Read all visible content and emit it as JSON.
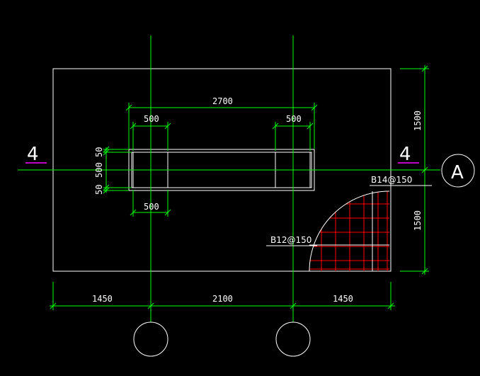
{
  "drawing": {
    "colors": {
      "background": "#000000",
      "outline": "#ffffff",
      "dimension": "#00ff00",
      "rebar": "#ff0000",
      "section_mark": "#ff00ff"
    },
    "dimensions": {
      "top_overall": "2700",
      "top_left_col": "500",
      "top_right_col": "500",
      "bottom_left_col": "500",
      "left_top_gap": "50",
      "left_mid": "500",
      "left_bottom_gap": "50",
      "right_upper": "1500",
      "right_lower": "1500",
      "bottom_left": "1450",
      "bottom_mid": "2100",
      "bottom_right": "1450"
    },
    "section_marks": {
      "left": "4",
      "right": "4"
    },
    "axis_label": "A",
    "rebar_labels": {
      "upper": "B14@150",
      "lower": "B12@150"
    },
    "icons": [
      "column-axis-bubble-icon",
      "column-axis-bubble-icon"
    ]
  }
}
